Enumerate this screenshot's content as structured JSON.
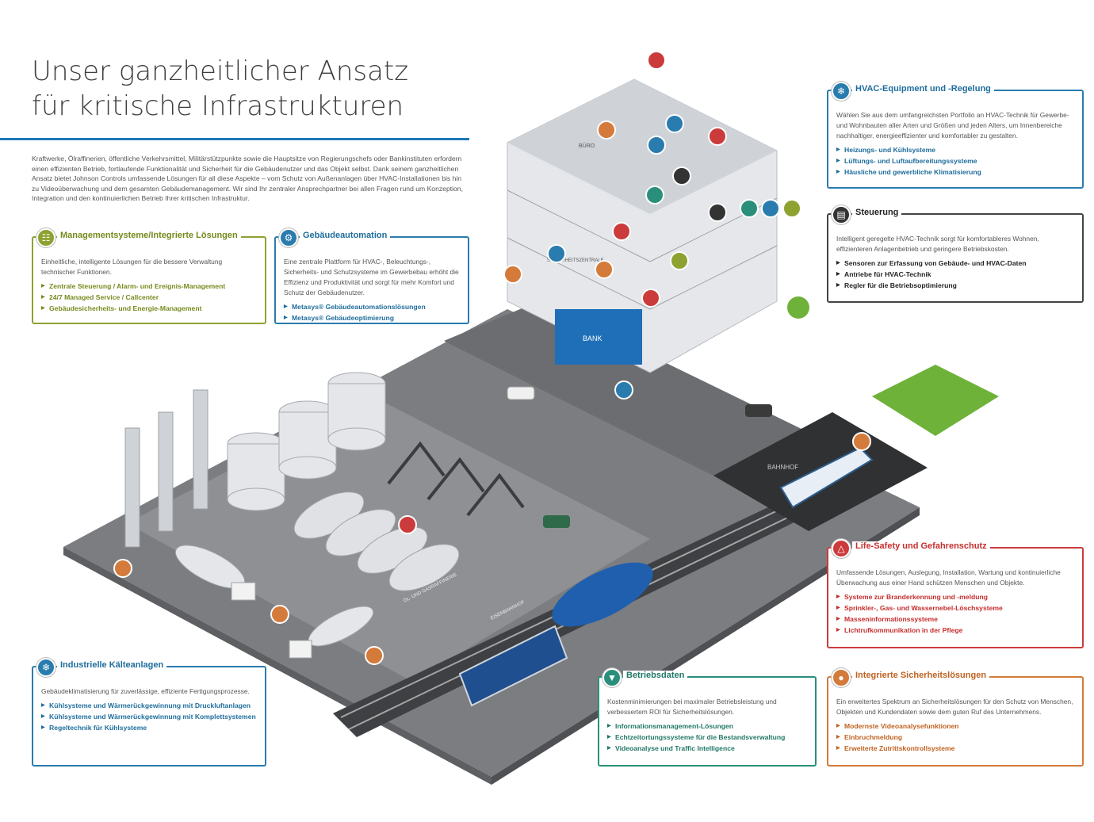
{
  "title_line1": "Unser ganzheitlicher Ansatz",
  "title_line2": "für kritische Infrastrukturen",
  "intro": "Kraftwerke, Ölraffinerien, öffentliche Verkehrsmittel, Militärstützpunkte sowie die Hauptsitze von Regierungschefs oder Bankinstituten erfordern einen effizienten Betrieb, fortlaufende Funktionalität und Sicherheit für die Gebäudenutzer und das Objekt selbst. Dank seinem ganzheitlichen Ansatz bietet Johnson Controls umfassende Lösungen für all diese Aspekte – vom Schutz von Außenanlagen über HVAC-Installationen bis hin zu Videoüberwachung und dem gesamten Gebäudemanagement. Wir sind Ihr zentraler Ansprechpartner bei allen Fragen rund um Konzeption, Integration und den kontinuierlichen Betrieb Ihrer kritischen Infrastruktur.",
  "boxes": {
    "management": {
      "title": "Managementsysteme/Integrierte Lösungen",
      "desc": "Einheitliche, intelligente Lösungen für die bessere Verwaltung technischer Funktionen.",
      "items": [
        "Zentrale Steuerung / Alarm- und Ereignis-Management",
        "24/7 Managed Service / Callcenter",
        "Gebäudesicherheits- und Energie-Management"
      ]
    },
    "gebaeude": {
      "title": "Gebäudeautomation",
      "desc": "Eine zentrale Plattform für HVAC-, Beleuchtungs-, Sicherheits- und Schutzsysteme im Gewerbebau erhöht die Effizienz und Produktivität und sorgt für mehr Komfort und Schutz der Gebäudenutzer.",
      "items": [
        "Metasys® Gebäudeautomationslösungen",
        "Metasys® Gebäudeoptimierung"
      ]
    },
    "hvac": {
      "title": "HVAC-Equipment und -Regelung",
      "desc": "Wählen Sie aus dem umfangreichsten Portfolio an HVAC-Technik für Gewerbe- und Wohnbauten aller Arten und Größen und jeden Alters, um Innenbereiche nachhaltiger, energieeffizienter und komfortabler zu gestalten.",
      "items": [
        "Heizungs- und Kühlsysteme",
        "Lüftungs- und Luftaufbereitungssysteme",
        "Häusliche und gewerbliche Klimatisierung"
      ]
    },
    "steuerung": {
      "title": "Steuerung",
      "desc": "Intelligent geregelte HVAC-Technik sorgt für komfortableres Wohnen, effizienteren Anlagenbetrieb und geringere Betriebskosten.",
      "items": [
        "Sensoren zur Erfassung von Gebäude- und HVAC-Daten",
        "Antriebe für HVAC-Technik",
        "Regler für die Betriebsoptimierung"
      ]
    },
    "lifesafety": {
      "title": "Life-Safety und Gefahrenschutz",
      "desc": "Umfassende Lösungen, Auslegung, Installation, Wartung und kontinuierliche Überwachung aus einer Hand schützen Menschen und Objekte.",
      "items": [
        "Systeme zur Branderkennung und -meldung",
        "Sprinkler-, Gas- und Wassernebel-Löschsysteme",
        "Masseninformationssysteme",
        "Lichtrufkommunikation in der Pflege"
      ]
    },
    "kaelte": {
      "title": "Industrielle Kälteanlagen",
      "desc": "Gebäudeklimatisierung für zuverlässige, effiziente Fertigungsprozesse.",
      "items": [
        "Kühlsysteme und Wärmerückgewinnung mit Druckluftanlagen",
        "Kühlsysteme und Wärmerückgewinnung mit Komplettsystemen",
        "Regeltechnik für Kühlsysteme"
      ]
    },
    "betriebsdaten": {
      "title": "Betriebsdaten",
      "desc": "Kostenminimierungen bei maximaler Betriebsleistung und verbessertem ROI für Sicherheitslösungen.",
      "items": [
        "Informationsmanagement-Lösungen",
        "Echtzeitortungssysteme für die Bestandsverwaltung",
        "Videoanalyse und Traffic Intelligence"
      ]
    },
    "sicherheit": {
      "title": "Integrierte Sicherheitslösungen",
      "desc": "Ein erweitertes Spektrum an Sicherheitslösungen für den Schutz von Menschen, Objekten und Kundendaten sowie dem guten Ruf des Unternehmens.",
      "items": [
        "Modernste Videoanalysefunktionen",
        "Einbruchmeldung",
        "Erweiterte Zutrittskontrollsysteme"
      ]
    }
  },
  "scene_labels": {
    "bank": "BANK",
    "bahnhof": "BAHNHOF",
    "buero": "BÜRO",
    "sicherheit": "SICHERHEITSZENTRALE",
    "gasraffinerie": "ÖL- UND GASRAFFINERIE",
    "eisenbahn": "EISENBAHNHOF"
  },
  "colors": {
    "accent_blue": "#1f77b8",
    "green": "#8da231",
    "blue": "#2a7cae",
    "dark": "#333333",
    "red": "#cc3b3b",
    "teal": "#2a8f7a",
    "orange": "#d47a3a"
  },
  "icons": {
    "management": "network-icon",
    "gebaeude": "gear-icon",
    "hvac": "hvac-icon",
    "steuerung": "controller-icon",
    "lifesafety": "flame-icon",
    "kaelte": "snowflake-icon",
    "betriebsdaten": "shield-icon",
    "sicherheit": "person-icon"
  }
}
